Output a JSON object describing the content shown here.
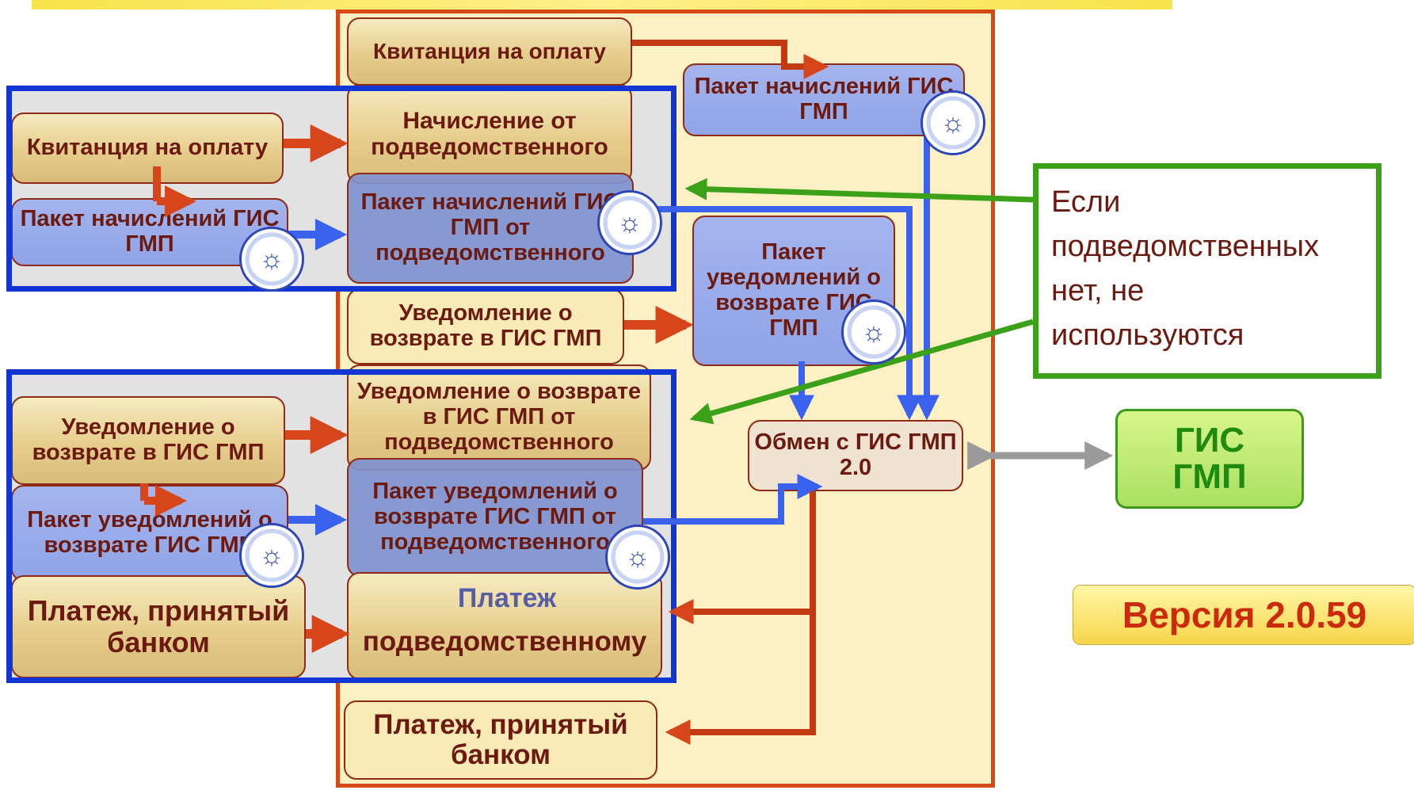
{
  "version_label": "Версия 2.0.59",
  "gis": {
    "line1": "ГИС",
    "line2": "ГМП"
  },
  "note": {
    "lines": [
      "Если",
      "подведомственных",
      "нет, не",
      "используются"
    ]
  },
  "boxes": {
    "kvit_main": "Квитанция на оплату",
    "paket_main": "Пакет начислений ГИС ГМП",
    "nachisl_sub": "Начисление от подведомственного",
    "kvit_sub": "Квитанция на оплату",
    "paket_sub_left": "Пакет начислений ГИС ГМП",
    "paket_sub": "Пакет начислений ГИС ГМП от подведомственного",
    "uved_main": "Уведомление о возврате в ГИС ГМП",
    "paket_uved_main": "Пакет уведомлений о возврате ГИС ГМП",
    "uved_sub": "Уведомление о возврате в ГИС ГМП от подведомственного",
    "uved_sub_left": "Уведомление о возврате в ГИС ГМП",
    "paket_uved_sub_left": "Пакет уведомлений о возврате ГИС ГМП",
    "paket_uved_sub": "Пакет уведомлений о возврате ГИС ГМП от подведомственного",
    "platezh_sub_left": "Платеж, принятый банком",
    "platezh_sub_overlay": "Платеж",
    "platezh_sub": "подведомственному",
    "obmen": "Обмен с ГИС ГМП 2.0",
    "platezh_main": "Платеж, принятый банком"
  }
}
